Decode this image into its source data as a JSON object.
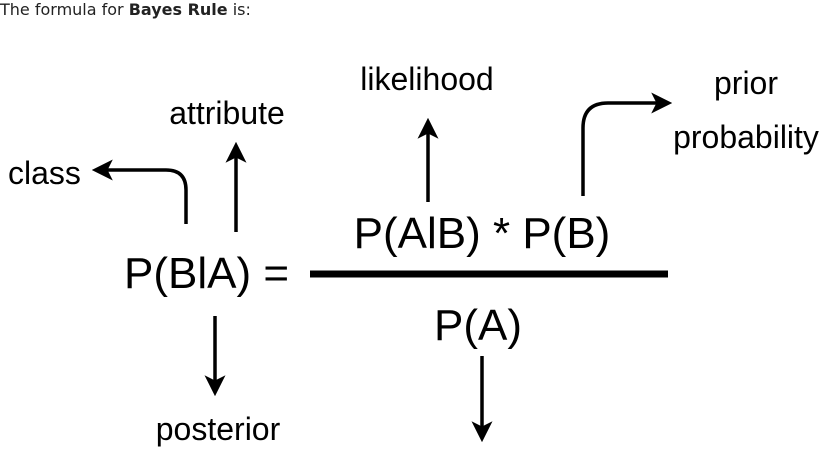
{
  "intro": {
    "prefix": "The formula for ",
    "bold": "Bayes Rule",
    "suffix": " is:"
  },
  "labels": {
    "likelihood": "likelihood",
    "prior_line1": "prior",
    "prior_line2": "probability",
    "attribute": "attribute",
    "class": "class",
    "posterior": "posterior"
  },
  "formula": {
    "lhs": "P(BlA) =",
    "numerator": "P(AlB) * P(B)",
    "denominator": "P(A)"
  }
}
